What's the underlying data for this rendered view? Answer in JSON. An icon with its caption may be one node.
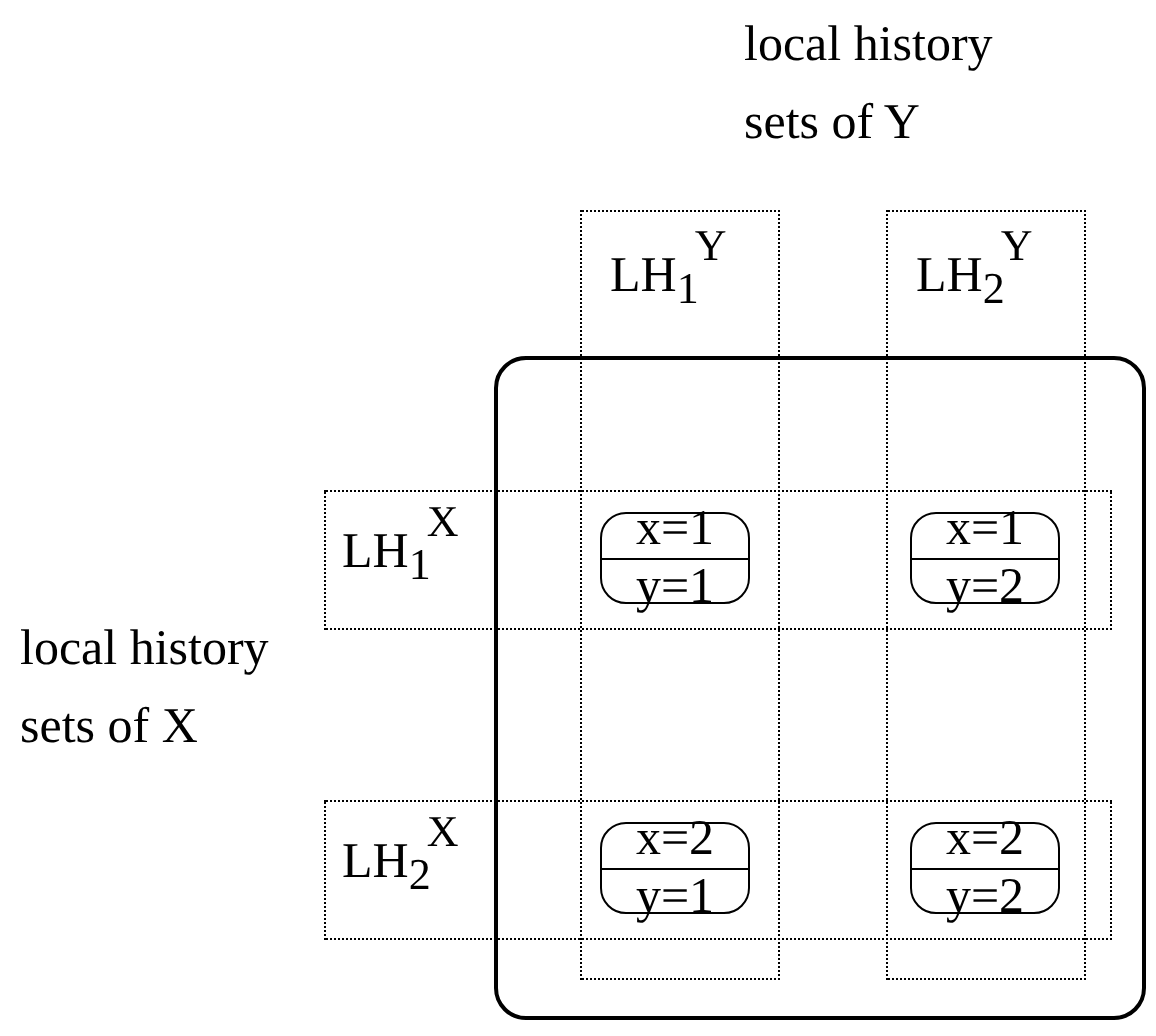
{
  "diagram": {
    "nodes": [
      {
        "text": [],
        "shape": "box"
      },
      {
        "text": [
          "LH$_{1}$$^{Y}$"
        ]
      },
      {
        "text": [
          "LH$_{2}$$^{Y}$"
        ]
      },
      {
        "text": [
          "LH$_{1}$$^{X}$"
        ]
      },
      {
        "text": [
          "LH$_{2}$$^{X}$"
        ]
      },
      {
        "text": [
          "x=1",
          "y=1"
        ]
      },
      {
        "text": [
          "x=1",
          "y=2"
        ]
      },
      {
        "text": [
          "x=2",
          "y=1"
        ]
      },
      {
        "text": [
          "x=2",
          "y=2"
        ]
      }
    ],
    "labels": [
      "local history sets of Y",
      "local history sets of X"
    ]
  }
}
